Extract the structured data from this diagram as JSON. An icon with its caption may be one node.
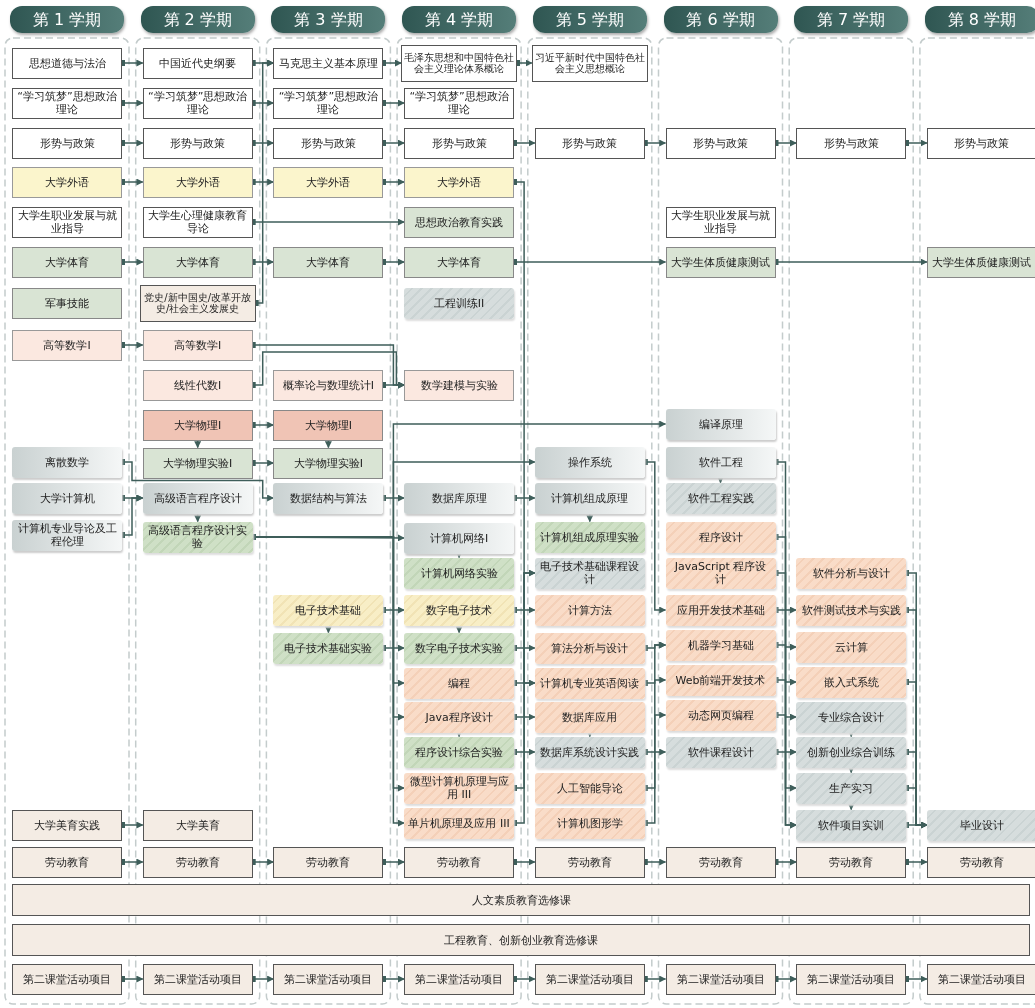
{
  "diagram": {
    "nodes": [
      {
        "text": [
          "第 1 学期"
        ]
      },
      {
        "text": [
          "第 2 学期"
        ]
      },
      {
        "text": [
          "第 3 学期"
        ]
      },
      {
        "text": [
          "第 4 学期"
        ]
      },
      {
        "text": [
          "第 5 学期"
        ]
      },
      {
        "text": [
          "第 6 学期"
        ]
      },
      {
        "text": [
          "第 7 学期"
        ]
      },
      {
        "text": [
          "第 8 学期"
        ]
      },
      {
        "text": [
          "思想道德与法治"
        ]
      },
      {
        "text": [
          "“学习筑梦”思想政治理论"
        ]
      },
      {
        "text": [
          "形势与政策"
        ]
      },
      {
        "text": [
          "大学外语"
        ]
      },
      {
        "text": [
          "大学生职业发展与就业指导"
        ]
      },
      {
        "text": [
          "大学体育"
        ]
      },
      {
        "text": [
          "军事技能"
        ]
      },
      {
        "text": [
          "高等数学I"
        ]
      },
      {
        "text": [
          "离散数学"
        ]
      },
      {
        "text": [
          "大学计算机"
        ]
      },
      {
        "text": [
          "计算机专业导论及工程伦理"
        ]
      },
      {
        "text": [
          "大学美育实践"
        ]
      },
      {
        "text": [
          "劳动教育"
        ]
      },
      {
        "text": [
          "第二课堂活动项目"
        ]
      },
      {
        "text": [
          "中国近代史纲要"
        ]
      },
      {
        "text": [
          "“学习筑梦”思想政治理论"
        ]
      },
      {
        "text": [
          "形势与政策"
        ]
      },
      {
        "text": [
          "大学外语"
        ]
      },
      {
        "text": [
          "大学生心理健康教育导论"
        ]
      },
      {
        "text": [
          "大学体育"
        ]
      },
      {
        "text": [
          "党史/新中国史/改革开放史/社会主义发展史"
        ]
      },
      {
        "text": [
          "高等数学I"
        ]
      },
      {
        "text": [
          "线性代数I"
        ]
      },
      {
        "text": [
          "大学物理I"
        ]
      },
      {
        "text": [
          "大学物理实验I"
        ]
      },
      {
        "text": [
          "高级语言程序设计"
        ]
      },
      {
        "text": [
          "高级语言程序设计实验"
        ]
      },
      {
        "text": [
          "大学美育"
        ]
      },
      {
        "text": [
          "劳动教育"
        ]
      },
      {
        "text": [
          "第二课堂活动项目"
        ]
      },
      {
        "text": [
          "马克思主义基本原理"
        ]
      },
      {
        "text": [
          "“学习筑梦”思想政治理论"
        ]
      },
      {
        "text": [
          "形势与政策"
        ]
      },
      {
        "text": [
          "大学外语"
        ]
      },
      {
        "text": [
          "大学体育"
        ]
      },
      {
        "text": [
          "概率论与数理统计I"
        ]
      },
      {
        "text": [
          "大学物理I"
        ]
      },
      {
        "text": [
          "大学物理实验I"
        ]
      },
      {
        "text": [
          "数据结构与算法"
        ]
      },
      {
        "text": [
          "电子技术基础"
        ]
      },
      {
        "text": [
          "电子技术基础实验"
        ]
      },
      {
        "text": [
          "劳动教育"
        ]
      },
      {
        "text": [
          "第二课堂活动项目"
        ]
      },
      {
        "text": [
          "毛泽东思想和中国特色社会主义理论体系概论"
        ]
      },
      {
        "text": [
          "“学习筑梦”思想政治理论"
        ]
      },
      {
        "text": [
          "形势与政策"
        ]
      },
      {
        "text": [
          "大学外语"
        ]
      },
      {
        "text": [
          "思想政治教育实践"
        ]
      },
      {
        "text": [
          "大学体育"
        ]
      },
      {
        "text": [
          "工程训练II"
        ]
      },
      {
        "text": [
          "数学建模与实验"
        ]
      },
      {
        "text": [
          "数据库原理"
        ]
      },
      {
        "text": [
          "计算机网络I"
        ]
      },
      {
        "text": [
          "计算机网络实验"
        ]
      },
      {
        "text": [
          "数字电子技术"
        ]
      },
      {
        "text": [
          "数字电子技术实验"
        ]
      },
      {
        "text": [
          "编程"
        ]
      },
      {
        "text": [
          "Java程序设计"
        ]
      },
      {
        "text": [
          "程序设计综合实验"
        ]
      },
      {
        "text": [
          "微型计算机原理与应用 III"
        ]
      },
      {
        "text": [
          "单片机原理及应用 III"
        ]
      },
      {
        "text": [
          "劳动教育"
        ]
      },
      {
        "text": [
          "第二课堂活动项目"
        ]
      },
      {
        "text": [
          "习近平新时代中国特色社会主义思想概论"
        ]
      },
      {
        "text": [
          "形势与政策"
        ]
      },
      {
        "text": [
          "操作系统"
        ]
      },
      {
        "text": [
          "计算机组成原理"
        ]
      },
      {
        "text": [
          "计算机组成原理实验"
        ]
      },
      {
        "text": [
          "电子技术基础课程设计"
        ]
      },
      {
        "text": [
          "计算方法"
        ]
      },
      {
        "text": [
          "算法分析与设计"
        ]
      },
      {
        "text": [
          "计算机专业英语阅读"
        ]
      },
      {
        "text": [
          "数据库应用"
        ]
      },
      {
        "text": [
          "数据库系统设计实践"
        ]
      },
      {
        "text": [
          "人工智能导论"
        ]
      },
      {
        "text": [
          "计算机图形学"
        ]
      },
      {
        "text": [
          "劳动教育"
        ]
      },
      {
        "text": [
          "第二课堂活动项目"
        ]
      },
      {
        "text": [
          "形势与政策"
        ]
      },
      {
        "text": [
          "大学生职业发展与就业指导"
        ]
      },
      {
        "text": [
          "大学生体质健康测试"
        ]
      },
      {
        "text": [
          "编译原理"
        ]
      },
      {
        "text": [
          "软件工程"
        ]
      },
      {
        "text": [
          "软件工程实践"
        ]
      },
      {
        "text": [
          "程序设计"
        ]
      },
      {
        "text": [
          "JavaScript 程序设计"
        ]
      },
      {
        "text": [
          "应用开发技术基础"
        ]
      },
      {
        "text": [
          "机器学习基础"
        ]
      },
      {
        "text": [
          "Web前端开发技术"
        ]
      },
      {
        "text": [
          "动态网页编程"
        ]
      },
      {
        "text": [
          "软件课程设计"
        ]
      },
      {
        "text": [
          "劳动教育"
        ]
      },
      {
        "text": [
          "第二课堂活动项目"
        ]
      },
      {
        "text": [
          "形势与政策"
        ]
      },
      {
        "text": [
          "软件分析与设计"
        ]
      },
      {
        "text": [
          "软件测试技术与实践"
        ]
      },
      {
        "text": [
          "云计算"
        ]
      },
      {
        "text": [
          "嵌入式系统"
        ]
      },
      {
        "text": [
          "专业综合设计"
        ]
      },
      {
        "text": [
          "创新创业综合训练"
        ]
      },
      {
        "text": [
          "生产实习"
        ]
      },
      {
        "text": [
          "软件项目实训"
        ]
      },
      {
        "text": [
          "劳动教育"
        ]
      },
      {
        "text": [
          "第二课堂活动项目"
        ]
      },
      {
        "text": [
          "形势与政策"
        ]
      },
      {
        "text": [
          "大学生体质健康测试"
        ]
      },
      {
        "text": [
          "毕业设计"
        ]
      },
      {
        "text": [
          "劳动教育"
        ]
      },
      {
        "text": [
          "第二课堂活动项目"
        ]
      },
      {
        "text": [
          "人文素质教育选修课"
        ]
      },
      {
        "text": [
          "工程教育、创新创业教育选修课"
        ]
      }
    ],
    "edges": [
      {
        "from": 8,
        "to": 22,
        "arrow": "to"
      },
      {
        "from": 22,
        "to": 38,
        "arrow": "to"
      },
      {
        "from": 38,
        "to": 51,
        "arrow": "to"
      },
      {
        "from": 51,
        "to": 71,
        "arrow": "to"
      },
      {
        "from": 9,
        "to": 23,
        "arrow": "to"
      },
      {
        "from": 23,
        "to": 39,
        "arrow": "to"
      },
      {
        "from": 39,
        "to": 52,
        "arrow": "to"
      },
      {
        "from": 10,
        "to": 24,
        "arrow": "to"
      },
      {
        "from": 24,
        "to": 40,
        "arrow": "to"
      },
      {
        "from": 40,
        "to": 53,
        "arrow": "to"
      },
      {
        "from": 53,
        "to": 72,
        "arrow": "to"
      },
      {
        "from": 72,
        "to": 86,
        "arrow": "to"
      },
      {
        "from": 86,
        "to": 101,
        "arrow": "to"
      },
      {
        "from": 101,
        "to": 112,
        "arrow": "to"
      },
      {
        "from": 11,
        "to": 25,
        "arrow": "to"
      },
      {
        "from": 25,
        "to": 41,
        "arrow": "to"
      },
      {
        "from": 41,
        "to": 54,
        "arrow": "to"
      },
      {
        "from": 13,
        "to": 27,
        "arrow": "to"
      },
      {
        "from": 27,
        "to": 42,
        "arrow": "to"
      },
      {
        "from": 42,
        "to": 56,
        "arrow": "to"
      },
      {
        "from": 56,
        "to": 88,
        "arrow": "to"
      },
      {
        "from": 88,
        "to": 113,
        "arrow": "to"
      },
      {
        "from": 15,
        "to": 29,
        "arrow": "to"
      },
      {
        "from": 19,
        "to": 35,
        "arrow": "to"
      },
      {
        "from": 20,
        "to": 36,
        "arrow": "to"
      },
      {
        "from": 36,
        "to": 49,
        "arrow": "to"
      },
      {
        "from": 49,
        "to": 69,
        "arrow": "to"
      },
      {
        "from": 69,
        "to": 84,
        "arrow": "to"
      },
      {
        "from": 84,
        "to": 99,
        "arrow": "to"
      },
      {
        "from": 99,
        "to": 110,
        "arrow": "to"
      },
      {
        "from": 110,
        "to": 115,
        "arrow": "to"
      },
      {
        "from": 21,
        "to": 37,
        "arrow": "to"
      },
      {
        "from": 37,
        "to": 50,
        "arrow": "to"
      },
      {
        "from": 50,
        "to": 70,
        "arrow": "to"
      },
      {
        "from": 70,
        "to": 85,
        "arrow": "to"
      },
      {
        "from": 85,
        "to": 100,
        "arrow": "to"
      },
      {
        "from": 100,
        "to": 111,
        "arrow": "to"
      },
      {
        "from": 111,
        "to": 116,
        "arrow": "to"
      },
      {
        "from": 26,
        "to": 55,
        "arrow": "to"
      },
      {
        "from": 28,
        "to": 38,
        "arrow": "to"
      },
      {
        "from": 17,
        "to": 33,
        "arrow": "to"
      },
      {
        "from": 18,
        "to": 33,
        "arrow": "to"
      },
      {
        "from": 16,
        "to": 46,
        "arrow": "to"
      },
      {
        "from": 29,
        "to": 58,
        "arrow": "to"
      },
      {
        "from": 30,
        "to": 58,
        "arrow": "to"
      },
      {
        "from": 43,
        "to": 58,
        "arrow": "to"
      },
      {
        "from": 31,
        "to": 44,
        "arrow": "to"
      },
      {
        "from": 32,
        "to": 45,
        "arrow": "to"
      },
      {
        "from": 31,
        "to": 32,
        "arrow": "to"
      },
      {
        "from": 44,
        "to": 45,
        "arrow": "to"
      },
      {
        "from": 33,
        "to": 34,
        "arrow": "to"
      },
      {
        "from": 34,
        "to": 89,
        "arrow": "to"
      },
      {
        "from": 34,
        "to": 73,
        "arrow": "to"
      },
      {
        "from": 34,
        "to": 60,
        "arrow": "to"
      },
      {
        "from": 34,
        "to": 64,
        "arrow": "to"
      },
      {
        "from": 34,
        "to": 65,
        "arrow": "to"
      },
      {
        "from": 34,
        "to": 67,
        "arrow": "to"
      },
      {
        "from": 34,
        "to": 68,
        "arrow": "to"
      },
      {
        "from": 46,
        "to": 59,
        "arrow": "to"
      },
      {
        "from": 47,
        "to": 62,
        "arrow": "to"
      },
      {
        "from": 48,
        "to": 63,
        "arrow": "to"
      },
      {
        "from": 47,
        "to": 48,
        "arrow": "to"
      },
      {
        "from": 54,
        "to": 79,
        "arrow": "to"
      },
      {
        "from": 59,
        "to": 74,
        "arrow": "to"
      },
      {
        "from": 60,
        "to": 61,
        "arrow": "to"
      },
      {
        "from": 62,
        "to": 63,
        "arrow": "to"
      },
      {
        "from": 65,
        "to": 66,
        "arrow": "to"
      },
      {
        "from": 62,
        "to": 77,
        "arrow": "to"
      },
      {
        "from": 63,
        "to": 78,
        "arrow": "to"
      },
      {
        "from": 64,
        "to": 79,
        "arrow": "to"
      },
      {
        "from": 65,
        "to": 80,
        "arrow": "to"
      },
      {
        "from": 66,
        "to": 81,
        "arrow": "to"
      },
      {
        "from": 67,
        "to": 76,
        "arrow": "to"
      },
      {
        "from": 68,
        "to": 76,
        "arrow": "to"
      },
      {
        "from": 74,
        "to": 75,
        "arrow": "to"
      },
      {
        "from": 80,
        "to": 81,
        "arrow": "to"
      },
      {
        "from": 73,
        "to": 94,
        "arrow": "to"
      },
      {
        "from": 78,
        "to": 95,
        "arrow": "to"
      },
      {
        "from": 79,
        "to": 96,
        "arrow": "to"
      },
      {
        "from": 81,
        "to": 98,
        "arrow": "to"
      },
      {
        "from": 82,
        "to": 95,
        "arrow": "to"
      },
      {
        "from": 83,
        "to": 97,
        "arrow": "to"
      },
      {
        "from": 90,
        "to": 91,
        "arrow": "to"
      },
      {
        "from": 90,
        "to": 109,
        "arrow": "to"
      },
      {
        "from": 92,
        "to": 109,
        "arrow": "to"
      },
      {
        "from": 93,
        "to": 108,
        "arrow": "to"
      },
      {
        "from": 94,
        "to": 103,
        "arrow": "to"
      },
      {
        "from": 95,
        "to": 104,
        "arrow": "to"
      },
      {
        "from": 96,
        "to": 105,
        "arrow": "to"
      },
      {
        "from": 97,
        "to": 106,
        "arrow": "to"
      },
      {
        "from": 98,
        "to": 107,
        "arrow": "to"
      },
      {
        "from": 106,
        "to": 107,
        "arrow": "to"
      },
      {
        "from": 107,
        "to": 108,
        "arrow": "to"
      },
      {
        "from": 108,
        "to": 109,
        "arrow": "to"
      },
      {
        "from": 102,
        "to": 114,
        "arrow": "to"
      },
      {
        "from": 103,
        "to": 114,
        "arrow": "to"
      },
      {
        "from": 105,
        "to": 114,
        "arrow": "to"
      },
      {
        "from": 107,
        "to": 114,
        "arrow": "to"
      },
      {
        "from": 108,
        "to": 114,
        "arrow": "to"
      },
      {
        "from": 109,
        "to": 114,
        "arrow": "to"
      }
    ]
  }
}
